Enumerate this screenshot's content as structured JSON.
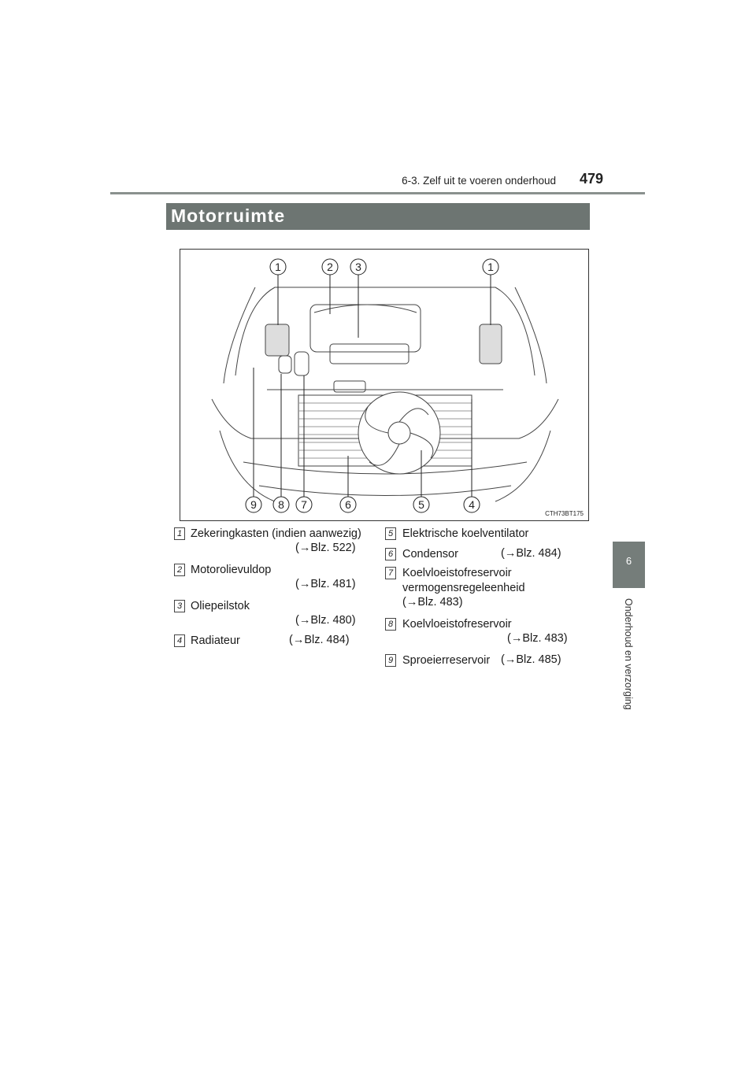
{
  "header": {
    "section": "6-3. Zelf uit te voeren onderhoud",
    "page_number": "479"
  },
  "chapter": {
    "number": "6",
    "title": "Onderhoud en verzorging"
  },
  "section_title": "Motorruimte",
  "figure": {
    "code": "CTH73BT175",
    "top_callouts": [
      "1",
      "2",
      "3",
      "1"
    ],
    "bottom_callouts": [
      "9",
      "8",
      "7",
      "6",
      "5",
      "4"
    ]
  },
  "items": [
    {
      "num": "1",
      "label": "Zekeringkasten (indien aanwezig)",
      "ref": "(→Blz. 522)"
    },
    {
      "num": "2",
      "label": "Motorolievuldop",
      "ref": "(→Blz. 481)"
    },
    {
      "num": "3",
      "label": "Oliepeilstok",
      "ref": "(→Blz. 480)"
    },
    {
      "num": "4",
      "label": "Radiateur",
      "ref": "(→Blz. 484)"
    },
    {
      "num": "5",
      "label": "Elektrische koelventilator",
      "ref": ""
    },
    {
      "num": "6",
      "label": "Condensor",
      "ref": "(→Blz. 484)"
    },
    {
      "num": "7",
      "label": "Koelvloeistofreservoir vermogensregeleenheid",
      "label_line1": "Koelvloeistofreservoir",
      "label_line2": "vermogensregeleenheid",
      "ref": "(→Blz. 483)"
    },
    {
      "num": "8",
      "label": "Koelvloeistofreservoir",
      "ref": "(→Blz. 483)"
    },
    {
      "num": "9",
      "label": "Sproeierreservoir",
      "ref": "(→Blz. 485)"
    }
  ]
}
